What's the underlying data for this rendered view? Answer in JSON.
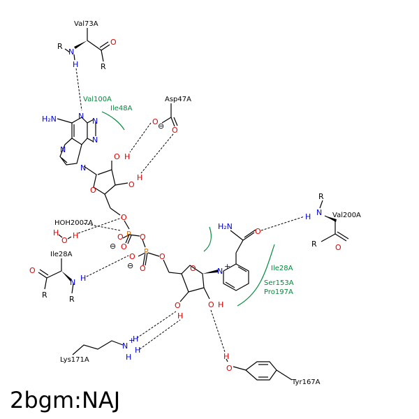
{
  "caption": "2bgm:NAJ",
  "colors": {
    "carbon": "#000000",
    "oxygen": "#e00000",
    "nitrogen": "#0000e0",
    "hydrophobic": "#008a3c"
  },
  "residues": {
    "val73": "Val73A",
    "val100": "Val100A",
    "ile48": "Ile48A",
    "asp47": "Asp47A",
    "hoh2007": "HOH2007A",
    "ile28_left": "Ile28A",
    "val200": "Val200A",
    "ile28_right": "Ile28A",
    "ser153": "Ser153A",
    "pro197": "Pro197A",
    "lys171": "Lys171A",
    "tyr167": "Tyr167A"
  },
  "atoms": {
    "R": "R",
    "N": "N",
    "H": "H",
    "O": "O",
    "P": "P",
    "minus": "⊖",
    "nh2": "H₂N",
    "h2n": "H₂N",
    "n_plus": "N",
    "plus": "+",
    "nh3_h": "H"
  }
}
